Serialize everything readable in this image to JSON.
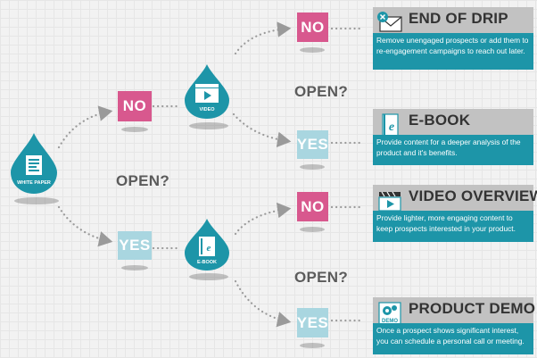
{
  "nodes": {
    "start": {
      "label": "WHITE PAPER",
      "icon": "white-paper-icon"
    },
    "video": {
      "label": "VIDEO",
      "icon": "video-clapper-icon"
    },
    "ebook": {
      "label": "E-BOOK",
      "icon": "ebook-icon"
    }
  },
  "decisions": {
    "no_label": "NO",
    "yes_label": "YES",
    "open_question": "OPEN?"
  },
  "outcomes": [
    {
      "title": "END OF DRIP",
      "description": "Remove unengaged prospects or add them to re-engagement campaigns to reach out later.",
      "icon": "envelope-x-icon"
    },
    {
      "title": "E-BOOK",
      "description": "Provide content for a deeper analysis of the product and it's benefits.",
      "icon": "ebook-icon"
    },
    {
      "title": "VIDEO OVERVIEW",
      "description": "Provide lighter, more engaging content to keep prospects interested in your product.",
      "icon": "video-clapper-icon"
    },
    {
      "title": "PRODUCT DEMO",
      "description": "Once a prospect shows significant interest, you can schedule a personal call or meeting.",
      "icon": "demo-gear-icon"
    }
  ],
  "demo_icon_text": "DEMO",
  "colors": {
    "drop": "#1d95a8",
    "no_badge": "#d8588e",
    "yes_badge": "#a9d6e0",
    "card_header": "#c2c2c2",
    "card_body": "#1d95a8",
    "connector": "#9a9a9a"
  }
}
